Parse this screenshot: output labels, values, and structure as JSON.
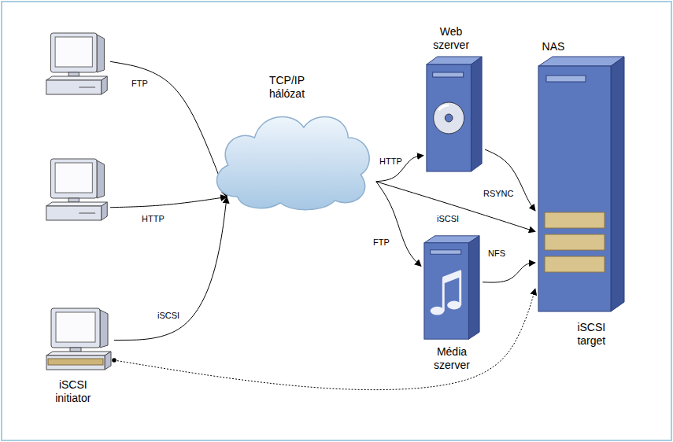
{
  "diagram": {
    "nodes": [
      {
        "text": []
      },
      {
        "text": []
      },
      {
        "text": [
          "iSCSI initiator"
        ]
      },
      {
        "text": [
          "TCP/IP hálózat"
        ]
      },
      {
        "text": [
          "Web szerver"
        ]
      },
      {
        "text": [
          "Média szerver"
        ]
      },
      {
        "text": [
          "NAS",
          "iSCSI target"
        ]
      }
    ],
    "edges": [
      {
        "from": 0,
        "to": 3,
        "label": "FTP",
        "arrow": "to"
      },
      {
        "from": 1,
        "to": 3,
        "label": "HTTP",
        "arrow": "to"
      },
      {
        "from": 2,
        "to": 3,
        "label": "iSCSI",
        "arrow": "to"
      },
      {
        "from": 3,
        "to": 4,
        "label": "HTTP",
        "arrow": "to"
      },
      {
        "from": 3,
        "to": 6,
        "label": "iSCSI",
        "arrow": "to"
      },
      {
        "from": 3,
        "to": 5,
        "label": "FTP",
        "arrow": "to"
      },
      {
        "from": 4,
        "to": 6,
        "label": "RSYNC",
        "arrow": "to"
      },
      {
        "from": 5,
        "to": 6,
        "label": "NFS",
        "arrow": "to"
      },
      {
        "from": 2,
        "to": 6,
        "arrow": "to"
      }
    ]
  }
}
